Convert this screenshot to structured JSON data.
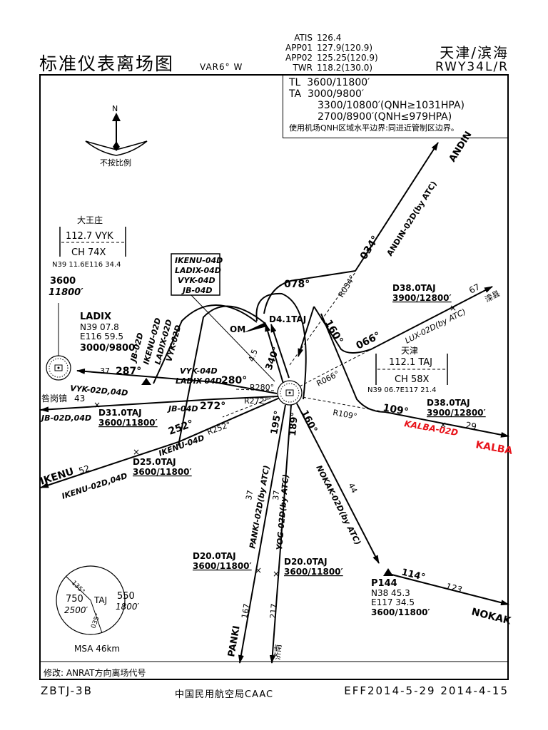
{
  "header": {
    "title": "标准仪表离场图",
    "variation": "VAR6° W",
    "freq_labels": [
      "ATIS",
      "APP01",
      "APP02",
      "TWR"
    ],
    "freq_values": [
      "126.4",
      "127.9(120.9)",
      "125.25(120.9)",
      "118.2(130.0)"
    ],
    "airport": "天津/滨海",
    "runway": "RWY34L/R"
  },
  "transition": {
    "tl_label": "TL",
    "tl_value": "3600/11800′",
    "ta_label": "TA",
    "ta_value": "3000/9800′",
    "ta_value2": "3300/10800′(QNH≥1031HPA)",
    "ta_value3": "2700/8900′(QNH≤979HPA)",
    "note": "使用机场QNH区域水平边界:同进近管制区边界。"
  },
  "north": {
    "letter": "N",
    "scale": "不按比例"
  },
  "vyk": {
    "name": "大王庄",
    "freq": "112.7 VYK",
    "ch": "CH 74X",
    "coords": "N39 11.6E116 34.4"
  },
  "taj": {
    "name": "天津",
    "freq": "112.1 TAJ",
    "ch": "CH 58X",
    "coords": "N39 06.7E117 21.4"
  },
  "ladix": {
    "alt": "3600",
    "alt_ft": "11800′",
    "name": "LADIX",
    "lat": "N39 07.8",
    "lon": "E116 59.5",
    "alt2": "3000/9800′"
  },
  "procbox": [
    "IKENU-04D",
    "LADIX-04D",
    "VYK-04D",
    "JB-04D"
  ],
  "routes": {
    "andin": "ANDIN",
    "andin_route": "ANDIN-02D(by ATC)",
    "andin_crs": "034°",
    "r034": "R034°",
    "c078": "078°",
    "d41": "D4.1TAJ",
    "om": "OM",
    "c160a": "160°",
    "c066": "066°",
    "d38a": "D38.0TAJ",
    "d38a_alt": "3900/12800′",
    "n67": "67",
    "luanxian": "滦县",
    "lux_route": "LUX-02D(by ATC)",
    "r066": "R066°",
    "r109": "R109°",
    "c109": "109°",
    "d38b": "D38.0TAJ",
    "d38b_alt": "3900/12800′",
    "kalba_route": "KALBA-02D",
    "n29": "29",
    "kalba": "KALBA",
    "jb02d": "JB-02D",
    "ikenu02d": "IKENU-02D",
    "ladix02d": "LADIX-02D",
    "vyk02d": "VYK-02D",
    "c287": "287°",
    "n37a": "37",
    "vyk02d04d": "VYK-02D,04D",
    "vyk04d": "VYK-04D",
    "ladix04d": "LADIX-04D",
    "c280": "280°",
    "r280": "R280°",
    "r272": "R272°",
    "d45": "4.5",
    "c340": "340°",
    "guogang": "咎岗镇",
    "n43": "43",
    "jb02d04d": "JB-02D,04D",
    "d31": "D31.0TAJ",
    "d31_alt": "3600/11800′",
    "jb04d": "JB-04D",
    "c272": "272°",
    "c252": "252°",
    "r252": "R252°",
    "ikenu04d": "IKENU-04D",
    "ikenu": "IKENU",
    "n52": "52",
    "ikenu02d04d": "IKENU-02D,04D",
    "d25": "D25.0TAJ",
    "d25_alt": "3600/11800′",
    "c195": "195°",
    "c189": "189°",
    "c160b": "160°",
    "panki_route": "PANKI-02D(by ATC)",
    "yog_route": "YOG-02D(by ATC)",
    "nokak_route": "NOKAK-02D(by ATC)",
    "n37b": "37",
    "n37c": "37",
    "n44": "44",
    "d20a": "D20.0TAJ",
    "d20a_alt": "3600/11800′",
    "d20b": "D20.0TAJ",
    "d20b_alt": "3600/11800′",
    "p144": "P144",
    "p144_lat": "N38 45.3",
    "p144_lon": "E117 34.5",
    "p144_alt": "3600/11800′",
    "c114": "114°",
    "n123": "123",
    "nokak": "NOKAK",
    "n167": "167",
    "panki": "PANKI",
    "n217": "217",
    "jinan": "济南"
  },
  "msa": {
    "brg1": "135°",
    "brg2": "035°",
    "left": "750",
    "left_ft": "2500′",
    "right": "550",
    "right_ft": "1800′",
    "center": "TAJ",
    "label": "MSA 46km"
  },
  "footer": {
    "note": "修改: ANRAT方向离场代号",
    "chart_id": "ZBTJ-3B",
    "authority": "中国民用航空局CAAC",
    "dates": "EFF2014-5-29  2014-4-15"
  },
  "colors": {
    "ink": "#000000",
    "alert": "#e8141b"
  }
}
